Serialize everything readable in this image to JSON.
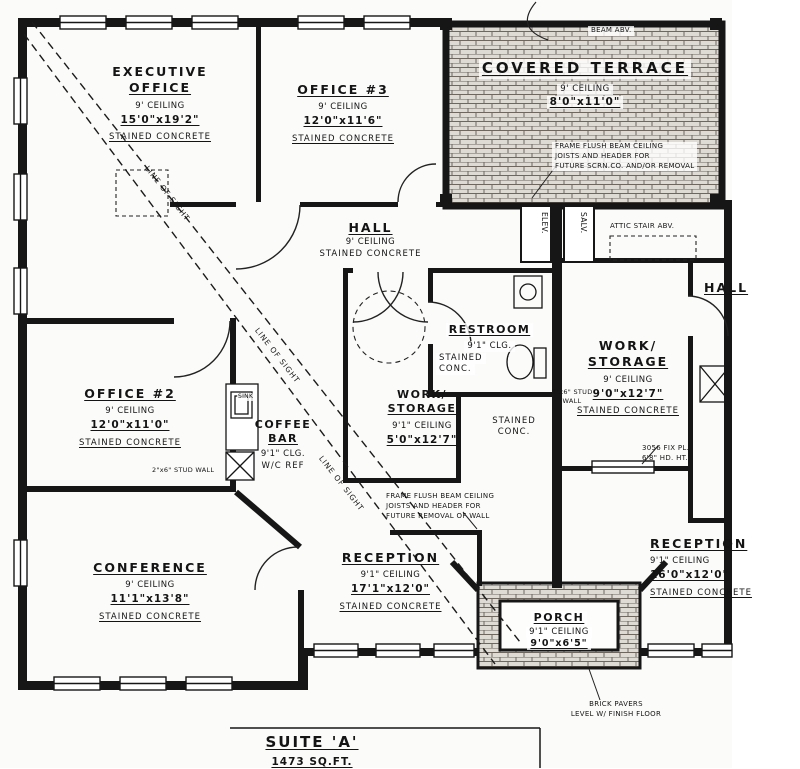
{
  "title": {
    "name": "SUITE 'A'",
    "area": "1473 SQ.FT."
  },
  "rooms": {
    "executive_office": {
      "name1": "EXECUTIVE",
      "name2": "OFFICE",
      "ceiling": "9' CEILING",
      "size": "15'0\"x19'2\"",
      "floor": "STAINED CONCRETE"
    },
    "office_3": {
      "name": "OFFICE #3",
      "ceiling": "9' CEILING",
      "size": "12'0\"x11'6\"",
      "floor": "STAINED CONCRETE"
    },
    "covered_terrace": {
      "name": "COVERED TERRACE",
      "ceiling": "9' CEILING",
      "size": "8'0\"x11'0\""
    },
    "hall": {
      "name": "HALL",
      "ceiling": "9' CEILING",
      "floor": "STAINED CONCRETE"
    },
    "restroom": {
      "name": "RESTROOM",
      "ceiling": "9'1\" CLG.",
      "floor1": "STAINED",
      "floor2": "CONC."
    },
    "work_storage_right": {
      "name1": "WORK/",
      "name2": "STORAGE",
      "ceiling": "9' CEILING",
      "size": "9'0\"x12'7\"",
      "floor": "STAINED CONCRETE"
    },
    "office_2": {
      "name": "OFFICE #2",
      "ceiling": "9' CEILING",
      "size": "12'0\"x11'0\"",
      "floor": "STAINED CONCRETE"
    },
    "coffee_bar": {
      "name1": "COFFEE",
      "name2": "BAR",
      "ceiling": "9'1\" CLG.",
      "note": "W/C REF"
    },
    "work_storage_mid": {
      "name1": "WORK/",
      "name2": "STORAGE",
      "ceiling": "9'1\" CEILING",
      "size": "5'0\"x12'7\"",
      "floor1": "STAINED",
      "floor2": "CONC."
    },
    "conference": {
      "name": "CONFERENCE",
      "ceiling": "9' CEILING",
      "size": "11'1\"x13'8\"",
      "floor": "STAINED CONCRETE"
    },
    "reception": {
      "name": "RECEPTION",
      "ceiling": "9'1\" CEILING",
      "size": "17'1\"x12'0\"",
      "floor": "STAINED CONCRETE"
    },
    "porch": {
      "name": "PORCH",
      "ceiling": "9'1\" CEILING",
      "size": "9'0\"x6'5\""
    },
    "reception_right": {
      "name": "RECEPTION",
      "ceiling": "9'1\" CEILING",
      "size": "16'0\"x12'0\"",
      "floor": "STAINED CONCRETE"
    },
    "hall_right": {
      "name": "HALL"
    }
  },
  "annotations": {
    "beam_abv": "BEAM ABV.",
    "frame_flush_terrace": "FRAME FLUSH BEAM CEILING\nJOISTS AND HEADER FOR\nFUTURE SCRN.CO. AND/OR REMOVAL",
    "attic_stair": "ATTIC STAIR ABV.",
    "shaft_left": "ELEV.",
    "shaft_right": "SALV.",
    "stud_wall_right": "2\"x6\" STUD WALL",
    "fix_window": "3056 FIX PL.\n6'8\" HD. HT.",
    "stud_wall_left": "2\"x6\" STUD WALL",
    "sink": "SINK",
    "frame_flush_reception": "FRAME FLUSH BEAM CEILING\nJOISTS AND HEADER FOR\nFUTURE REMOVAL OF WALL",
    "brick_pavers": "BRICK PAVERS\nLEVEL W/ FINISH FLOOR",
    "line_of_sight_1": "LINE OF SIGHT",
    "line_of_sight_2": "LINE OF SIGHT",
    "line_of_sight_3": "LINE OF SIGHT"
  }
}
